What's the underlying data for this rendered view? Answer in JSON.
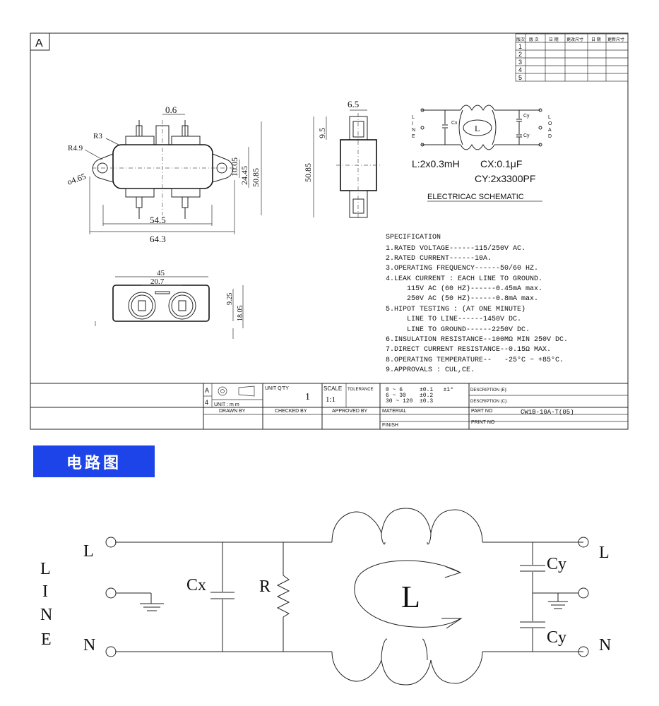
{
  "drawing": {
    "sheet_letter": "A",
    "revision_table": {
      "headers": [
        "版次",
        "版 次",
        "日 期",
        "更改尺寸",
        "日 期",
        "更新尺寸"
      ],
      "rows": [
        "1",
        "2",
        "3",
        "4",
        "5"
      ]
    },
    "top_view_dims": {
      "d_top": "0.6",
      "r3": "R3",
      "r49": "R4.9",
      "hole": "o4.65",
      "w545": "54.5",
      "w643": "64.3",
      "h1005": "10.05",
      "h2445": "24.45",
      "h5085": "50.85"
    },
    "side_view_dims": {
      "w65": "6.5",
      "h95": "9.5",
      "h5085": "50.85"
    },
    "bottom_view_dims": {
      "w45": "45",
      "w207": "20.7",
      "h925": "9.25",
      "h1805": "18.05"
    },
    "mini_schematic": {
      "line_letters": [
        "L",
        "I",
        "N",
        "E"
      ],
      "load_letters": [
        "L",
        "O",
        "A",
        "D"
      ],
      "cx": "Cx",
      "cy": "Cy",
      "l": "L",
      "inductance": "L:2x0.3mH",
      "cx_value": "CX:0.1μF",
      "cy_value": "CY:2x3300PF",
      "caption": "ELECTRICAC SCHEMATIC"
    },
    "specification": {
      "title": "SPECIFICATION",
      "lines": [
        "1.RATED VOLTAGE------115/250V AC.",
        "2.RATED CURRENT------10A.",
        "3.OPERATING FREQUENCY------50/60 HZ.",
        "4.LEAK CURRENT : EACH LINE TO GROUND.",
        "     115V AC (60 HZ)------0.45mA max.",
        "     250V AC (50 HZ)------0.8mA max.",
        "5.HIPOT TESTING : (AT ONE MINUTE)",
        "     LINE TO LINE------1450V DC.",
        "     LINE TO GROUND------2250V DC.",
        "6.INSULATION RESISTANCE--100MΩ MIN 250V DC.",
        "7.DIRECT CURRENT RESISTANCE--0.15Ω MAX.",
        "8.OPERATING TEMPERATURE--   -25°C ~ +85°C.",
        "9.APPROVALS : CUL,CE."
      ]
    },
    "title_block": {
      "a": "A",
      "four": "4",
      "unit_label": "UNIT : m m",
      "unit_qty_label": "UNIT Q'TY",
      "unit_qty": "1",
      "scale_label": "SCALE",
      "scale": "1:1",
      "tolerance_label": "TOLERANCE",
      "tol_rows": [
        "0 ~ 6     ±0.1   ±1°",
        "6 ~ 30    ±0.2",
        "30 ~ 120  ±0.3"
      ],
      "desc_e": "DESCRIPTION (E):",
      "desc_c": "DESCRIPTION (C):",
      "drawn_by": "DRAWN BY",
      "checked_by": "CHECKED BY",
      "approved_by": "APPROVED BY",
      "material": "MATERIAL",
      "finish": "FINISH",
      "part_no_label": "PART NO",
      "part_no": "CW1B-10A-T(05)",
      "print_no": "PRINT NO"
    }
  },
  "banner": "电路图",
  "circuit": {
    "line_letters": [
      "L",
      "I",
      "N",
      "E"
    ],
    "left_l": "L",
    "left_n": "N",
    "cx": "Cx",
    "r": "R",
    "l": "L",
    "cy_top": "Cy",
    "cy_bottom": "Cy",
    "right_l": "L",
    "right_n": "N"
  }
}
